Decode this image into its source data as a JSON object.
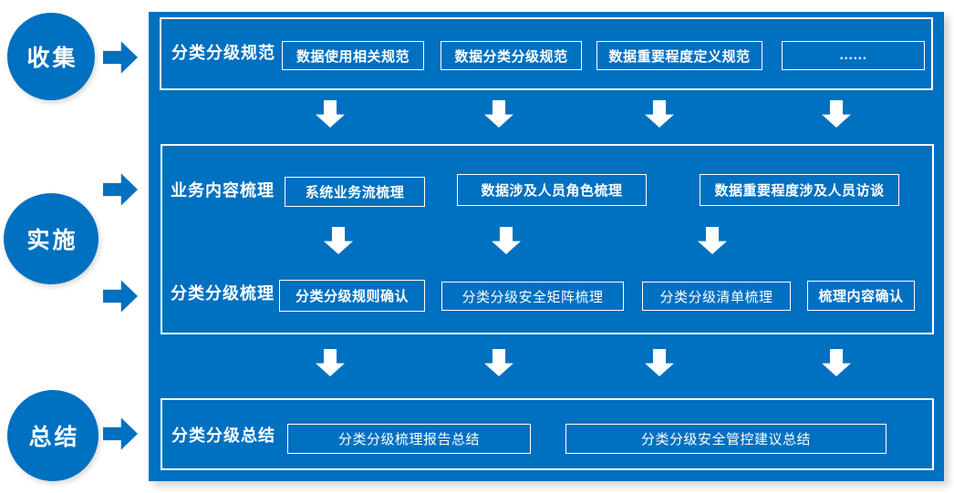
{
  "colors": {
    "primary_blue": "#0070C0",
    "text_white": "#FFFFFF"
  },
  "stages": [
    {
      "label": "收集"
    },
    {
      "label": "实施"
    },
    {
      "label": "总结"
    }
  ],
  "sections": {
    "spec": {
      "label": "分类分级规范",
      "boxes": [
        "数据使用相关规范",
        "数据分类分级规范",
        "数据重要程度定义规范",
        "......"
      ]
    },
    "business": {
      "label": "业务内容梳理",
      "boxes": [
        "系统业务流梳理",
        "数据涉及人员角色梳理",
        "数据重要程度涉及人员访谈"
      ]
    },
    "sorting": {
      "label": "分类分级梳理",
      "boxes": [
        "分类分级规则确认",
        "分类分级安全矩阵梳理",
        "分类分级清单梳理",
        "梳理内容确认"
      ]
    },
    "summary": {
      "label": "分类分级总结",
      "boxes": [
        "分类分级梳理报告总结",
        "分类分级安全管控建议总结"
      ]
    }
  }
}
